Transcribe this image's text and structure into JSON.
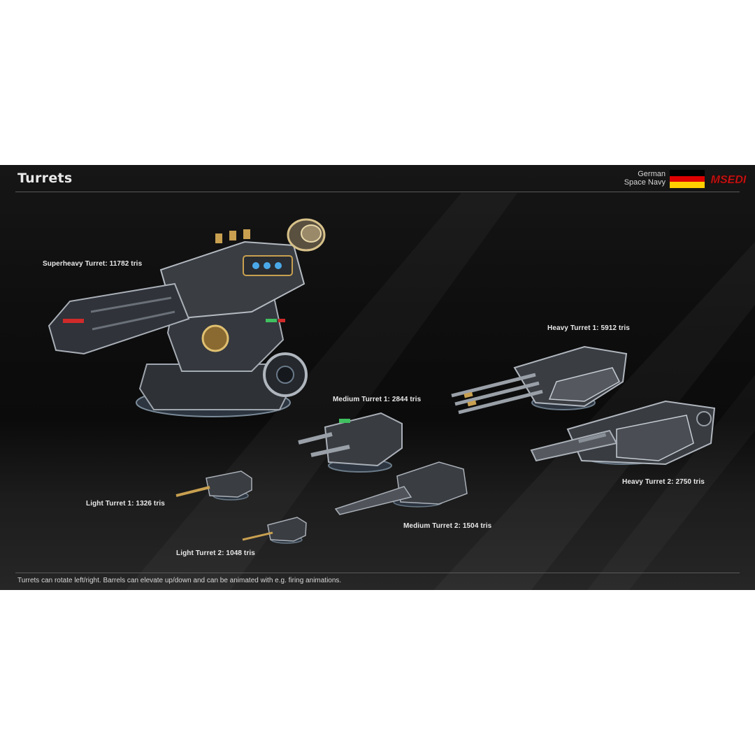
{
  "header": {
    "title": "Turrets",
    "brand_line1": "German",
    "brand_line2": "Space Navy",
    "logo_text": "MSEDI",
    "flag_colors": [
      "#000000",
      "#dd0000",
      "#ffce00"
    ]
  },
  "turrets": [
    {
      "id": "superheavy-turret",
      "label": "Superheavy Turret: 11782 tris"
    },
    {
      "id": "heavy-turret-1",
      "label": "Heavy Turret 1: 5912 tris"
    },
    {
      "id": "medium-turret-1",
      "label": "Medium Turret 1: 2844 tris"
    },
    {
      "id": "heavy-turret-2",
      "label": "Heavy Turret 2: 2750 tris"
    },
    {
      "id": "light-turret-1",
      "label": "Light Turret 1: 1326 tris"
    },
    {
      "id": "medium-turret-2",
      "label": "Medium Turret 2: 1504 tris"
    },
    {
      "id": "light-turret-2",
      "label": "Light Turret 2: 1048 tris"
    }
  ],
  "footer": {
    "text": "Turrets can rotate left/right. Barrels can elevate up/down and can be animated with e.g. firing animations."
  },
  "colors": {
    "background": "#0e0e0e",
    "armor": "#3a3d42",
    "edge": "#9aa0a8",
    "accent_red": "#d02a2a",
    "accent_blue": "#4aa8e8",
    "accent_gold": "#c8a050"
  }
}
